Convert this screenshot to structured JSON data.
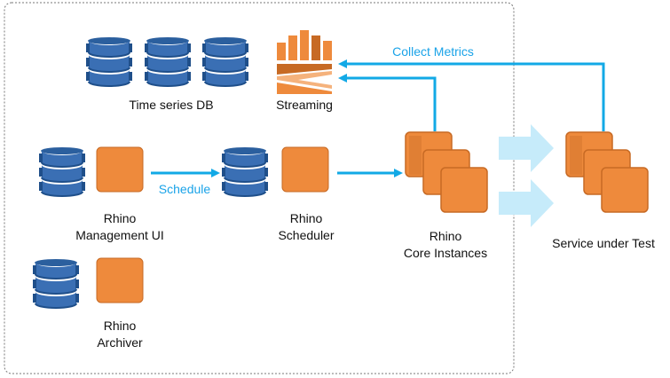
{
  "components": {
    "time_series_db": {
      "label": "Time series DB"
    },
    "streaming": {
      "label": "Streaming"
    },
    "management_ui": {
      "line1": "Rhino",
      "line2": "Management UI"
    },
    "scheduler": {
      "line1": "Rhino",
      "line2": "Scheduler"
    },
    "archiver": {
      "line1": "Rhino",
      "line2": "Archiver"
    },
    "core_instances": {
      "line1": "Rhino",
      "line2": "Core Instances"
    },
    "service_under_test": {
      "label": "Service under Test"
    }
  },
  "flows": {
    "collect_metrics": "Collect Metrics",
    "schedule": "Schedule"
  },
  "colors": {
    "db_blue": "#3a6fb4",
    "db_dark": "#1f4f8a",
    "instance_orange": "#ee8a3c",
    "instance_border": "#c76a24",
    "arrow_blue": "#12a9e6",
    "big_arrow": "#c6ebfa",
    "frame_dots": "#777777"
  }
}
